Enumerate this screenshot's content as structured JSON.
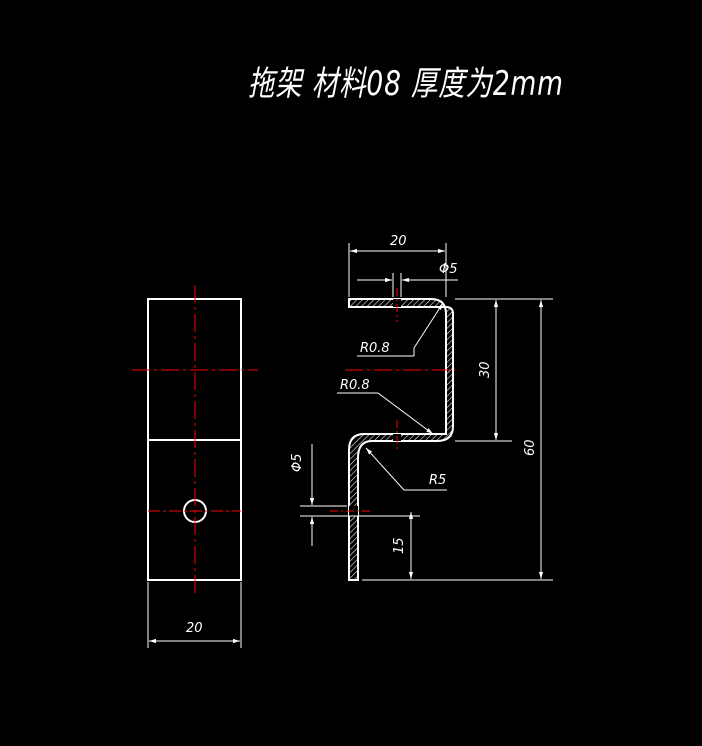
{
  "title": "拖架  材料08  厚度为2mm",
  "front_view": {
    "width_label": "20"
  },
  "section_view": {
    "top_width_label": "20",
    "top_hole_label": "Φ5",
    "bend_radius_upper_label": "R0.8",
    "bend_radius_lower_label": "R0.8",
    "outer_radius_label": "R5",
    "lower_hole_label": "Φ5",
    "height_30_label": "30",
    "height_60_label": "60",
    "height_15_label": "15"
  },
  "colors": {
    "background": "#000000",
    "outline": "#ffffff",
    "centerline": "#ff0000"
  }
}
